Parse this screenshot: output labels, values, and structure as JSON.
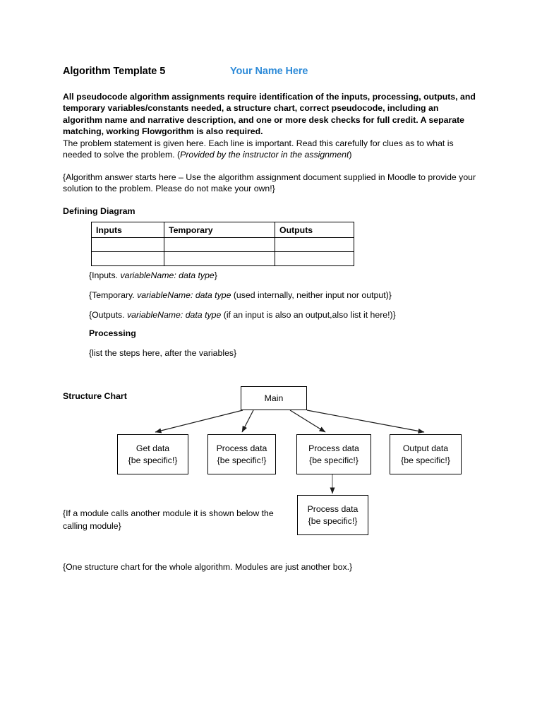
{
  "document": {
    "title": "Algorithm Template 5",
    "author_placeholder": "Your Name Here",
    "author_color": "#2E8BD8",
    "intro_paragraph": "All pseudocode algorithm assignments require identification of the inputs, processing, outputs, and temporary variables/constants needed, a structure chart, correct pseudocode, including an algorithm name and narrative description, and one or more desk checks for full credit.  A separate matching, working Flowgorithm is also required.",
    "problem_statement": {
      "plain_part_1": "The problem statement is given here. Each line is important. Read this carefully for clues as to what is needed to solve the problem. (",
      "italic_part": "Provided by the instructor in the assignment",
      "plain_part_2": ")"
    },
    "algorithm_answer_paragraph": "{Algorithm answer starts here – Use the algorithm assignment document supplied in Moodle to provide your solution to the problem. Please do not make your own!}"
  },
  "defining_diagram": {
    "heading": "Defining Diagram",
    "columns": [
      "Inputs",
      "Temporary",
      "Outputs"
    ],
    "rows": [
      [
        "",
        "",
        ""
      ],
      [
        "",
        "",
        ""
      ]
    ],
    "notes": {
      "inputs": {
        "prefix": "{Inputs. ",
        "italic": "variableName: data type",
        "suffix": "}"
      },
      "temporary": {
        "prefix": "{Temporary. ",
        "italic": "variableName: data type",
        "suffix": " (used internally, neither input nor output)}"
      },
      "outputs": {
        "prefix": "{Outputs. ",
        "italic": "variableName: data type",
        "suffix": " (if an input is also an output,also list it here!)}"
      }
    }
  },
  "processing": {
    "heading": "Processing",
    "note": "{list the steps here, after the variables}"
  },
  "structure_chart": {
    "heading": "Structure Chart",
    "nodes": [
      {
        "id": "main",
        "line1": "Main",
        "line2": ""
      },
      {
        "id": "get-data",
        "line1": "Get data",
        "line2": "{be specific!}"
      },
      {
        "id": "process-1",
        "line1": "Process data",
        "line2": "{be specific!}"
      },
      {
        "id": "process-2",
        "line1": "Process data",
        "line2": "{be specific!}"
      },
      {
        "id": "output-data",
        "line1": "Output data",
        "line2": "{be specific!}"
      },
      {
        "id": "process-3",
        "line1": "Process data",
        "line2": "{be specific!}"
      }
    ],
    "module_call_note": "{If a module calls another module it is shown below the calling module}",
    "whole_chart_note": "{One structure chart for the whole algorithm. Modules are just another box.}"
  }
}
